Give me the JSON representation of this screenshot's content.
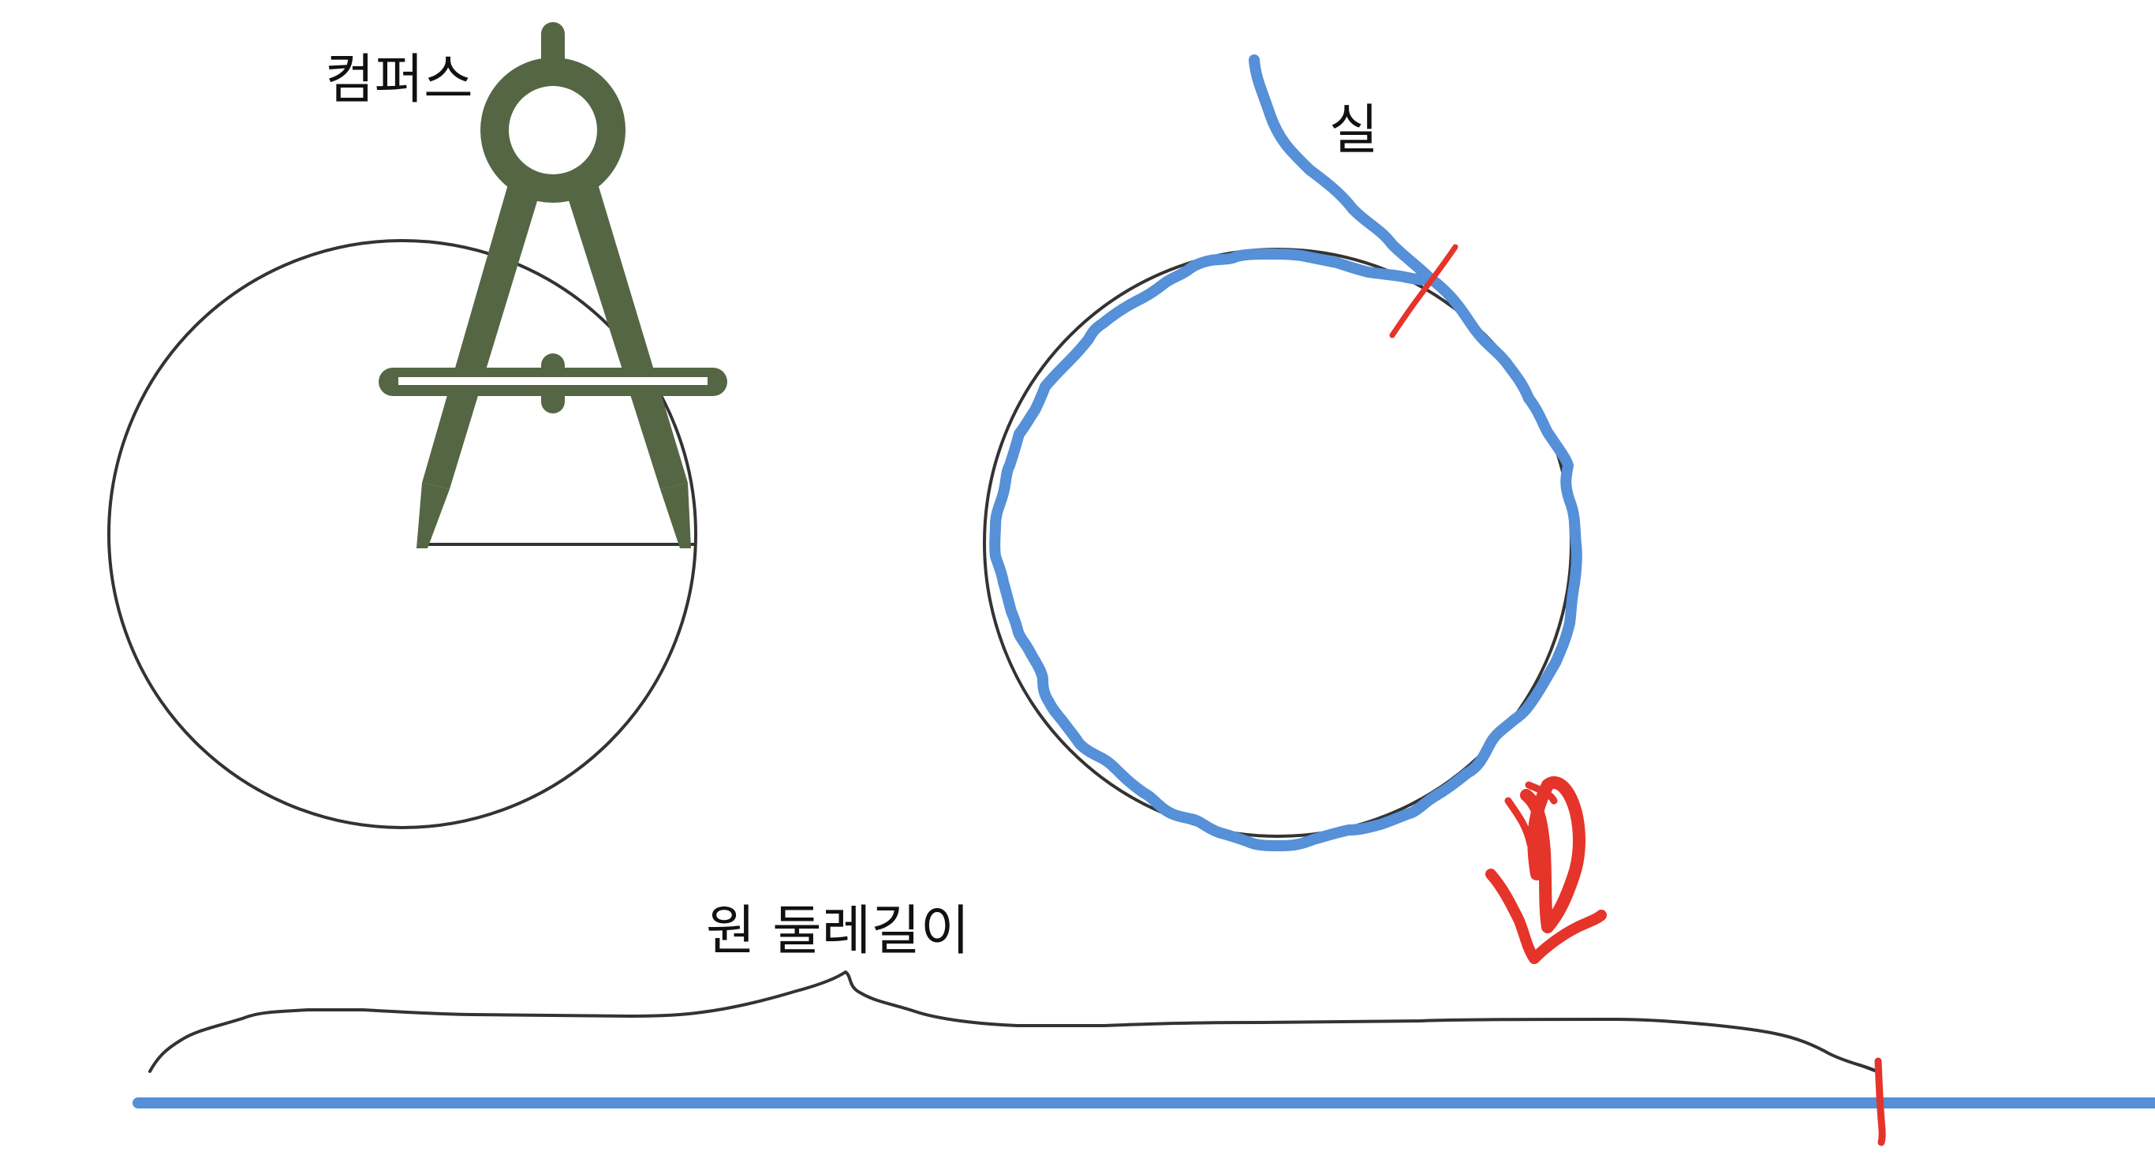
{
  "labels": {
    "compass": "컴퍼스",
    "thread": "실",
    "circumference": "원 둘레길이"
  },
  "colors": {
    "compass_green": "#556644",
    "circle_stroke": "#333333",
    "thread_blue": "#5590D8",
    "mark_red": "#E5342A",
    "ink": "#111111"
  },
  "icons": {
    "compass": "drawing-compass-icon",
    "arrow": "down-arrow-icon"
  }
}
